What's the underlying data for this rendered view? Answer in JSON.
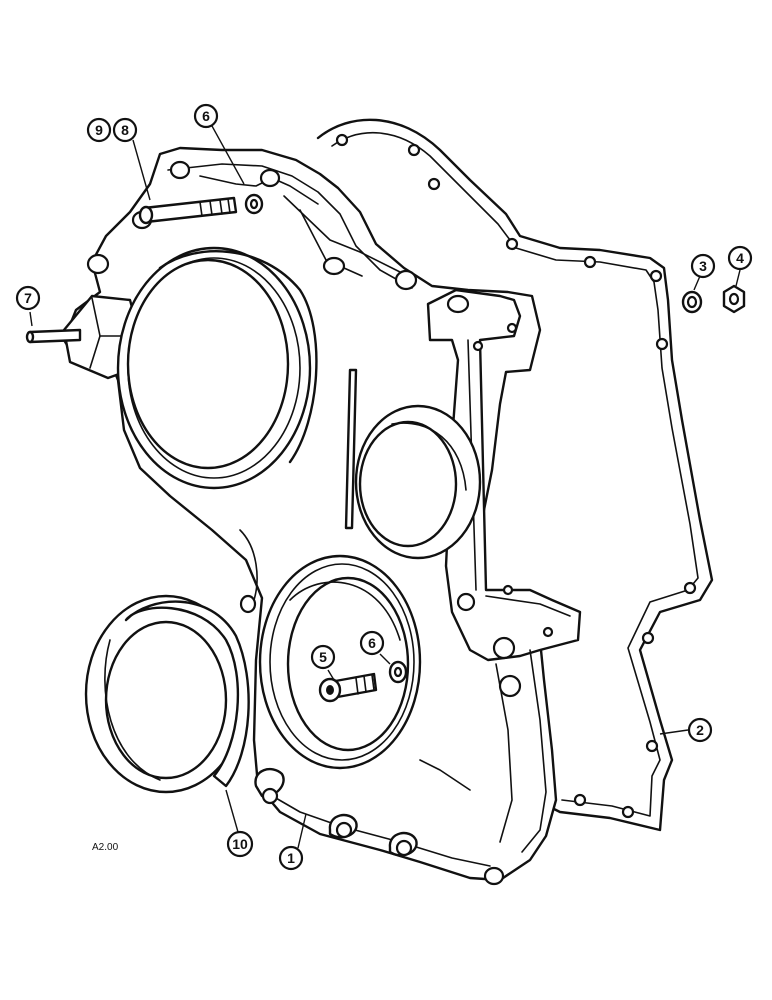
{
  "callouts": [
    {
      "id": "c1",
      "label": "1"
    },
    {
      "id": "c2",
      "label": "2"
    },
    {
      "id": "c3",
      "label": "3"
    },
    {
      "id": "c4",
      "label": "4"
    },
    {
      "id": "c5",
      "label": "5"
    },
    {
      "id": "c6a",
      "label": "6"
    },
    {
      "id": "c6b",
      "label": "6"
    },
    {
      "id": "c7",
      "label": "7"
    },
    {
      "id": "c8",
      "label": "8"
    },
    {
      "id": "c9",
      "label": "9"
    },
    {
      "id": "c10",
      "label": "10"
    }
  ],
  "drawing_code": "A2.00"
}
